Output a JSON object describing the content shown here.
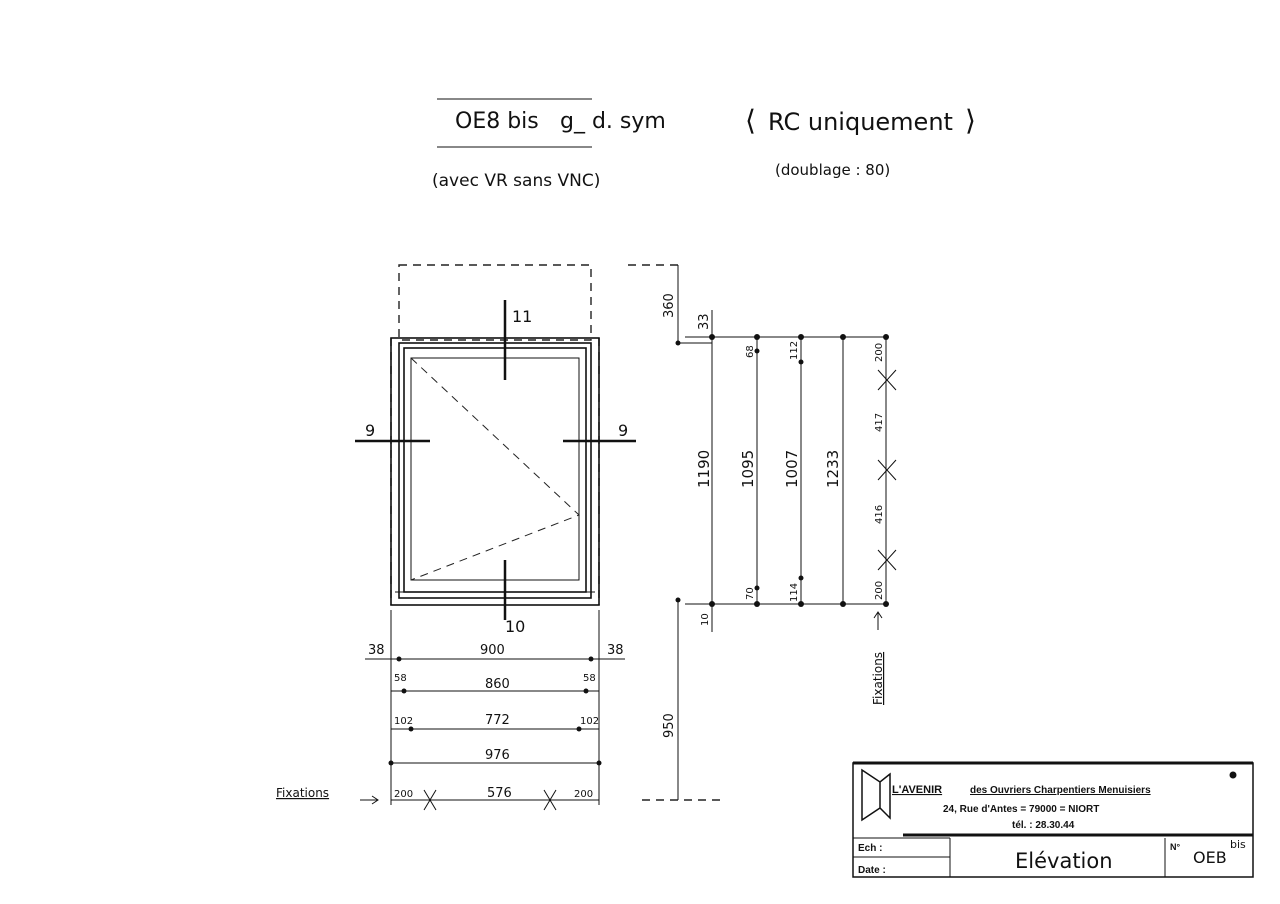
{
  "header": {
    "reference": "OE8 bis",
    "orientation": "g_ d. sym",
    "variant": "(avec VR sans VNC)",
    "scope": "RC uniquement",
    "lining": "(doublage : 80)"
  },
  "sections": {
    "top": "11",
    "left": "9",
    "right": "9",
    "bottom": "10"
  },
  "vertical_dims": {
    "reserve": "360",
    "top_offset": "33",
    "sill_offset": "10",
    "lower": "950",
    "overall": "1190",
    "frame": "1095",
    "frame_top": "68",
    "frame_bottom": "70",
    "glass": "1007",
    "glass_top": "112",
    "glass_bottom": "114",
    "opening": "1233",
    "fix": [
      "200",
      "417",
      "416",
      "200"
    ],
    "fixations_label": "Fixations"
  },
  "horizontal_dims": {
    "row1": {
      "left": "38",
      "center": "900",
      "right": "38"
    },
    "row2": {
      "left": "58",
      "center": "860",
      "right": "58"
    },
    "row3": {
      "left": "102",
      "center": "772",
      "right": "102"
    },
    "row4": {
      "center": "976"
    },
    "row5": {
      "left": "200",
      "center": "576",
      "right": "200"
    },
    "fixations_label": "Fixations"
  },
  "title_block": {
    "company": "L'AVENIR",
    "company_desc": "des Ouvriers Charpentiers Menuisiers",
    "address": "24, Rue d'Antes = 79000 = NIORT",
    "phone": "tél. : 28.30.44",
    "scale_label": "Ech :",
    "date_label": "Date :",
    "drawing_title": "Elévation",
    "number_label": "N°",
    "number": "OEB",
    "number_suffix": "bis"
  }
}
